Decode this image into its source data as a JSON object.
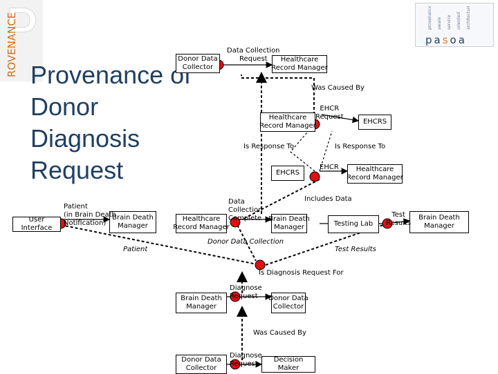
{
  "title_lines": [
    "Provenance of",
    "Donor",
    "Diagnosis",
    "Request"
  ],
  "logo_left": {
    "letter": "P",
    "vertical_text": "ROVENANCE"
  },
  "logo_right": {
    "word_a": "pa",
    "word_o": "s",
    "word_b": "oa",
    "lines": [
      "provenance",
      "aware",
      "service",
      "oriented",
      "architecture"
    ]
  },
  "nodes": {
    "donor_collector_top": "Donor Data\nCollector",
    "dc_request": "Data Collection\nRequest",
    "hc_manager_top": "Healthcare\nRecord Manager",
    "hc_manager_mid": "Healthcare\nRecord Manager",
    "ehcr_request": "EHCR\nRequest",
    "ehcrs_top": "EHCRS",
    "ehcrs_mid": "EHCRS",
    "ehcr": "EHCR",
    "hc_manager_right": "Healthcare\nRecord Manager",
    "user_interface": "User Interface",
    "patient": "Patient\n(in Brain Death\nNotification)",
    "bd_manager_left": "Brain Death\nManager",
    "hc_manager_low": "Healthcare\nRecord Manager",
    "data_collection_complete": "Data\nCollection\nComplete",
    "bd_manager_mid": "Brain Death\nManager",
    "testing_lab": "Testing Lab",
    "test_results": "Test\nResults",
    "bd_manager_right": "Brain Death\nManager",
    "bd_manager_center": "Brain Death\nManager",
    "diagnose_request_1": "Diagnose\nRequest",
    "donor_collector_center": "Donor Data\nCollector",
    "donor_collector_bottom": "Donor Data\nCollector",
    "diagnose_request_2": "Diagnose\nRequest",
    "decision_maker": "Decision Maker"
  },
  "edges": {
    "was_caused_by_top": "Was Caused By",
    "is_response_to_left": "Is Response To",
    "is_response_to_right": "Is Response To",
    "includes_data": "Includes Data",
    "patient": "Patient",
    "donor_data_collection": "Donor Data Collection",
    "test_results": "Test Results",
    "is_diagnosis_request_for": "Is Diagnosis Request For",
    "was_caused_by_bottom": "Was Caused By"
  },
  "colors": {
    "title": "#1f3f63",
    "node_fill": "#dd1111",
    "logo_orange": "#e07a1f"
  }
}
